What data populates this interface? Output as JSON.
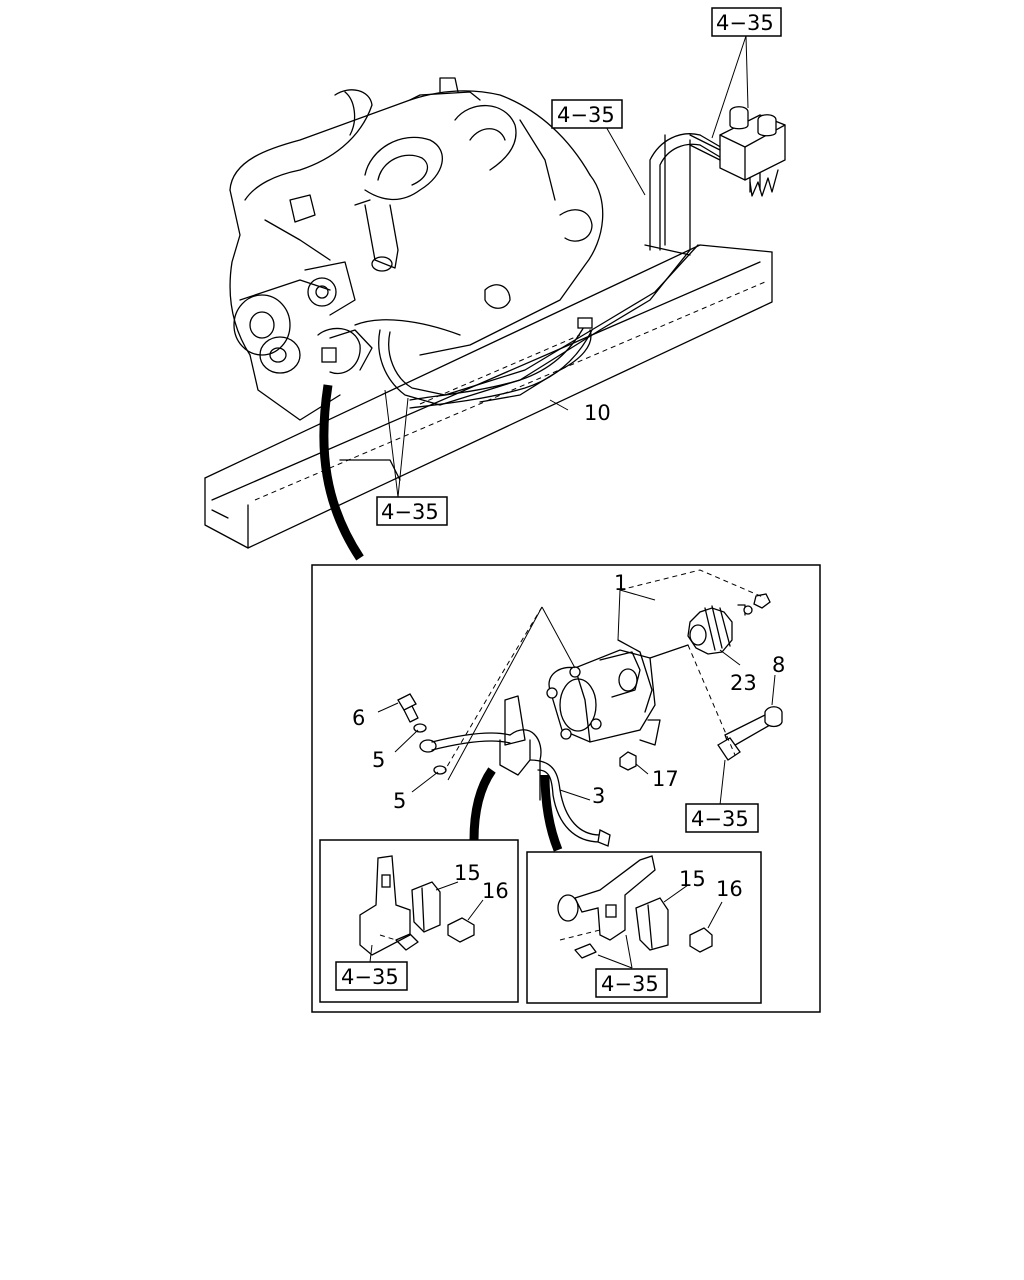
{
  "callouts": {
    "c1": "1",
    "c3": "3",
    "c5a": "5",
    "c5b": "5",
    "c6": "6",
    "c8": "8",
    "c10": "10",
    "c15a": "15",
    "c15b": "15",
    "c16a": "16",
    "c16b": "16",
    "c17": "17",
    "c23": "23"
  },
  "references": {
    "r_top_right": "4−35",
    "r_top_mid": "4−35",
    "r_engine_bottom": "4−35",
    "r_detail_right": "4−35",
    "r_inset_left": "4−35",
    "r_inset_right": "4−35"
  }
}
